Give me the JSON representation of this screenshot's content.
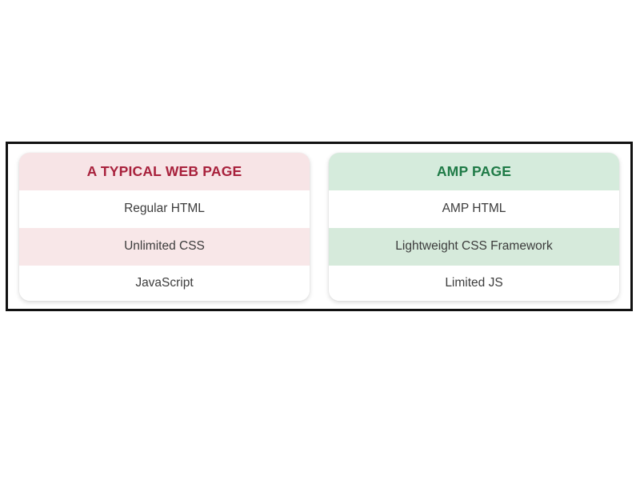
{
  "frame": {
    "border_color": "#111111",
    "background": "#ffffff"
  },
  "comparison": {
    "cards": [
      {
        "id": "typical-web-page",
        "header": "A TYPICAL WEB PAGE",
        "header_color": "#a8213c",
        "header_background": "#f7e4e6",
        "tint_background": "#f8e7e8",
        "rows": [
          "Regular HTML",
          "Unlimited CSS",
          "JavaScript"
        ]
      },
      {
        "id": "amp-page",
        "header": "AMP PAGE",
        "header_color": "#1e7a46",
        "header_background": "#d5ebdc",
        "tint_background": "#d6eadb",
        "rows": [
          "AMP HTML",
          "Lightweight CSS Framework",
          "Limited JS"
        ]
      }
    ]
  }
}
